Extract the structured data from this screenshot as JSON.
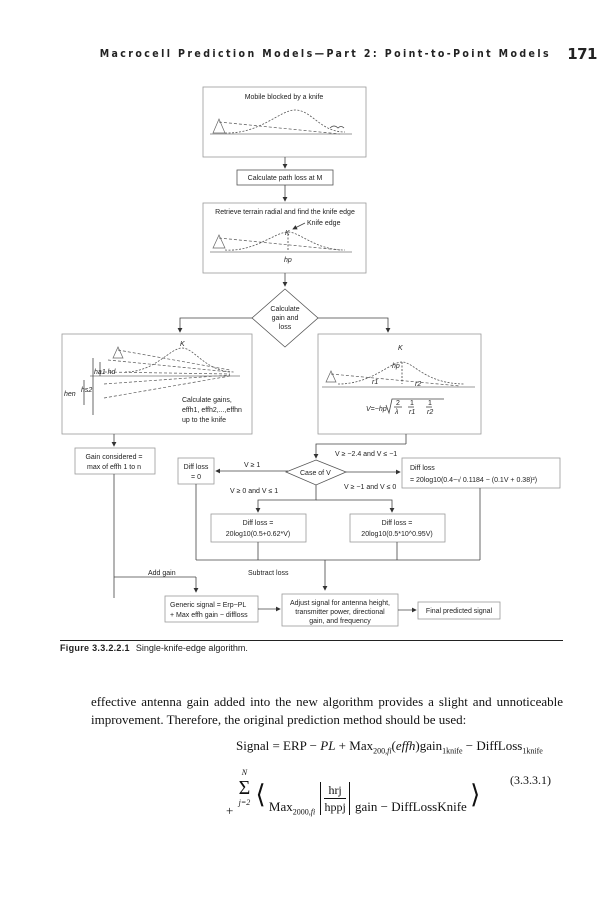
{
  "header": {
    "running_title": "Macrocell Prediction Models—Part 2: Point-to-Point Models",
    "page_number": "171"
  },
  "figure": {
    "boxes": {
      "mobile_blocked": "Mobile blocked by a knife",
      "calc_path_loss": "Calculate path loss at M",
      "retrieve_1": "Retrieve terrain radial and find the knife edge",
      "knife_edge": "Knife edge",
      "K": "K",
      "hp": "hp",
      "calculate_1": "Calculate",
      "calculate_2": "gain and",
      "calculate_3": "loss",
      "left_K": "K",
      "ha1hd": "ha1 hd",
      "hen": "hen",
      "hs2": "hs2",
      "calc_gains_1": "Calculate gains,",
      "calc_gains_2": "effh1, effh2,...,effhn",
      "calc_gains_3": "up to the knife",
      "right_K": "K",
      "right_hp": "hp",
      "r1": "r1",
      "r2": "r2",
      "v_formula": "V=−hp",
      "gain_considered_1": "Gain considered =",
      "gain_considered_2": "max of effh 1 to n",
      "diffloss0_1": "Diff loss",
      "diffloss0_2": "= 0",
      "v_ge_1": "V ≥ 1",
      "case_of_v": "Case of V",
      "v_range_top": "V ≥ −2.4 and V ≤ −1",
      "v_range_mid": "V ≥ −1 and V ≤ 0",
      "v_range_left": "V ≥ 0 and V ≤ 1",
      "diffloss_right_1": "Diff loss",
      "diffloss_right_2": "= 20log10(0.4−√ 0.1184 − (0.1V + 0.38)²)",
      "diffloss_a_1": "Diff loss =",
      "diffloss_a_2": "20log10(0.5+0.62*V)",
      "diffloss_b_1": "Diff loss =",
      "diffloss_b_2": "20log10(0.5*10^0.95V)",
      "add_gain": "Add gain",
      "subtract_loss": "Subtract loss",
      "generic_1": "Generic signal = Erp−PL",
      "generic_2": "+ Max effh gain − diffloss",
      "adjust_1": "Adjust signal for antenna height,",
      "adjust_2": "transmitter power, directional",
      "adjust_3": "gain, and frequency",
      "final": "Final predicted signal"
    },
    "caption_label": "Figure 3.3.2.2.1",
    "caption_text": "Single-knife-edge algorithm."
  },
  "body": {
    "paragraph": "effective antenna gain added into the new algorithm provides a slight and unnoticeable improvement. Therefore, the original prediction method should be used:",
    "eq_line1": "Signal = ERP − PL + Max₂₀₀,fi(effh)gain₁knife − DiffLoss₁knife",
    "eq_line2": "+ Σ j=2..N ⟨Max₂₀₀₀,fi [hrj / hppj] gain − DiffLossKnife⟩",
    "eq_number": "(3.3.3.1)"
  }
}
